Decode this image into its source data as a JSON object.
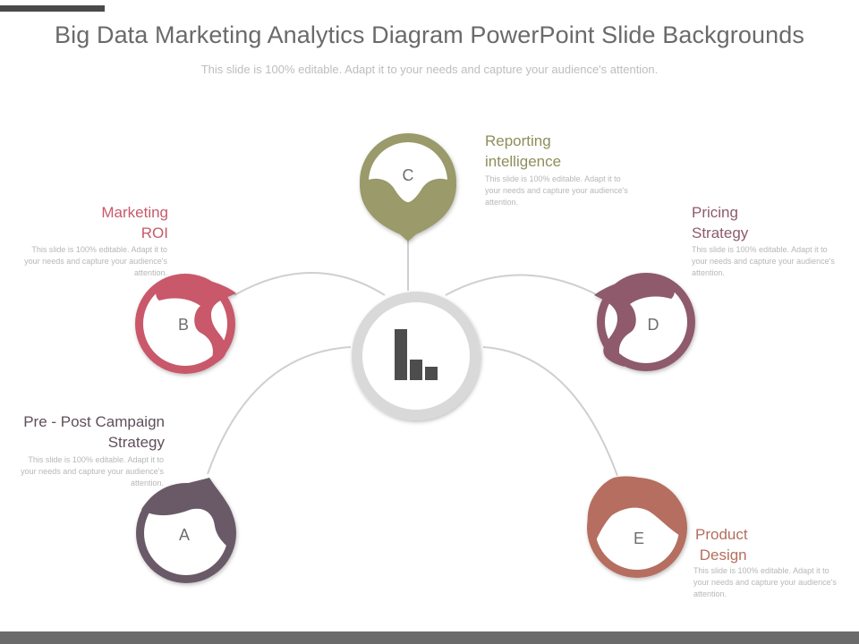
{
  "header": {
    "title": "Big Data Marketing Analytics Diagram PowerPoint Slide Backgrounds",
    "subtitle": "This slide is 100% editable. Adapt it to your needs and capture your audience's attention."
  },
  "center": {
    "icon": "bar-chart-icon"
  },
  "nodes": [
    {
      "letter": "A",
      "title_lines": [
        "Pre - Post Campaign",
        "Strategy"
      ],
      "desc": "This slide is 100% editable. Adapt it to your needs and capture your audience's attention.",
      "color": "#6b5a68"
    },
    {
      "letter": "B",
      "title_lines": [
        "Marketing",
        "ROI"
      ],
      "desc": "This slide is 100% editable. Adapt it to your needs and capture your audience's attention.",
      "color": "#c8596a"
    },
    {
      "letter": "C",
      "title_lines": [
        "Reporting",
        "intelligence"
      ],
      "desc": "This slide is 100% editable. Adapt it to your needs and capture your audience's attention.",
      "color": "#9a9a6a"
    },
    {
      "letter": "D",
      "title_lines": [
        "Pricing",
        "Strategy"
      ],
      "desc": "This slide is 100% editable. Adapt it to your needs and capture your audience's attention.",
      "color": "#8e5a6c"
    },
    {
      "letter": "E",
      "title_lines": [
        "Product",
        " Design"
      ],
      "desc": "This slide is 100% editable. Adapt it to your needs and capture your audience's attention.",
      "color": "#b56e5e"
    }
  ]
}
